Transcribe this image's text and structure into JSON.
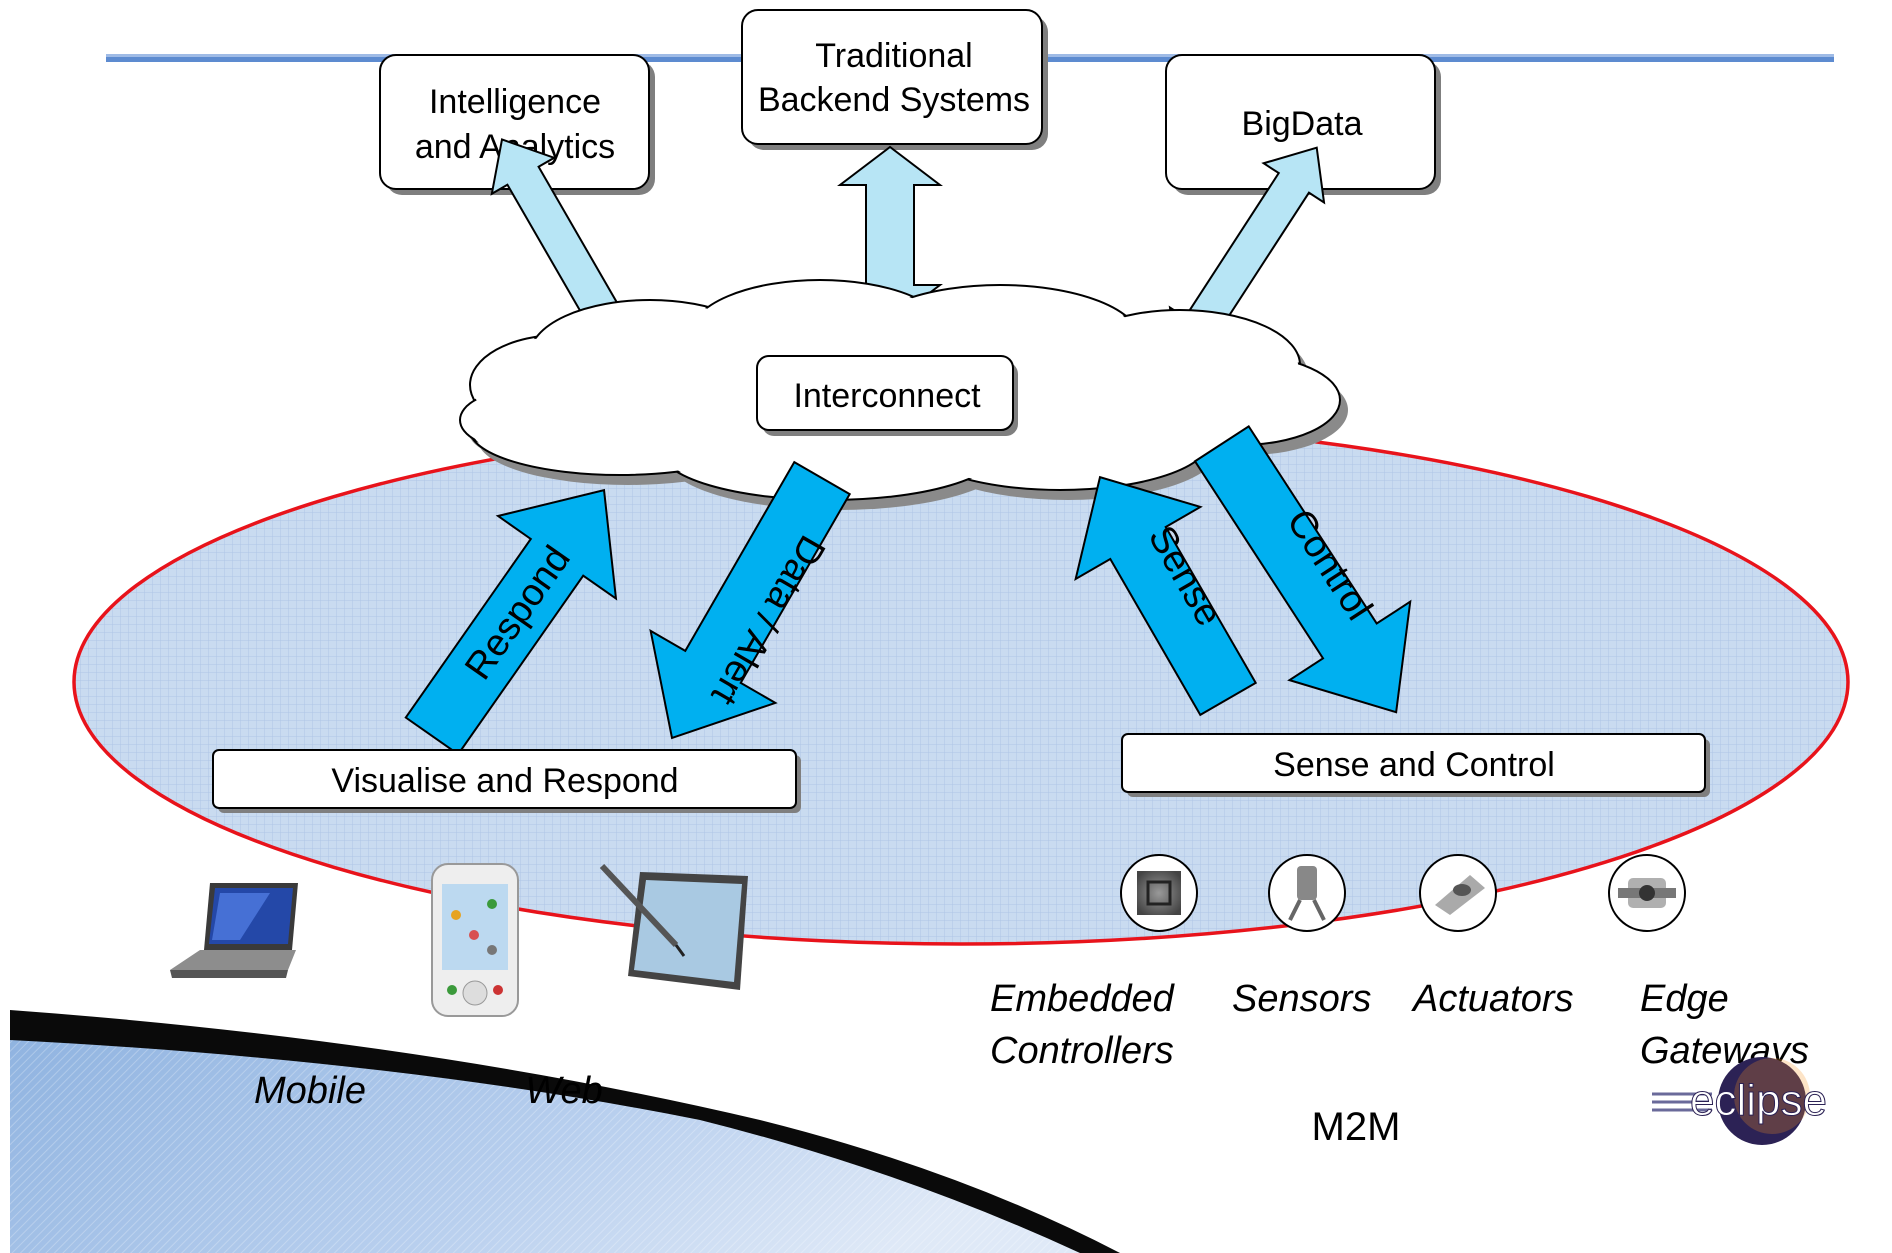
{
  "backend": {
    "intelligence_line1": "Intelligence",
    "intelligence_line2": "and Analytics",
    "traditional_line1": "Traditional",
    "traditional_line2": "Backend Systems",
    "bigdata": "BigData"
  },
  "cloud": {
    "label": "Interconnect"
  },
  "flows": {
    "respond": "Respond",
    "data_alert": "Data / Alert",
    "sense": "Sense",
    "control": "Control"
  },
  "zones": {
    "visualise": "Visualise and Respond",
    "sense_control": "Sense and Control"
  },
  "devices": {
    "mobile": "Mobile",
    "web": "Web",
    "embedded_line1": "Embedded",
    "embedded_line2": "Controllers",
    "sensors": "Sensors",
    "actuators": "Actuators",
    "edge_line1": "Edge",
    "edge_line2": "Gateways",
    "m2m": "M2M"
  },
  "logo": {
    "text": "eclipse"
  },
  "colors": {
    "arrow_fill": "#00b0f0",
    "light_arrow_fill": "#b7e5f5",
    "ellipse_stroke": "#e8131b",
    "ellipse_fill": "#c6d9ef",
    "header_line": "#4f7ec4"
  }
}
